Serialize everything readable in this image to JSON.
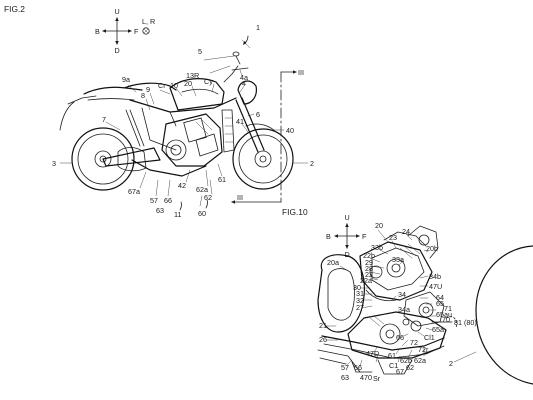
{
  "figures": {
    "fig2": {
      "title": "FIG.2"
    },
    "fig10": {
      "title": "FIG.10"
    }
  },
  "compass": {
    "fig2": {
      "up": "U",
      "down": "D",
      "back": "B",
      "front": "F",
      "lr": "L, R"
    },
    "fig10": {
      "up": "U",
      "down": "D",
      "back": "B",
      "front": "F"
    }
  },
  "fig2_labels": {
    "l1": "1",
    "l5": "5",
    "l13r": "13R",
    "l4a": "4a",
    "l9a": "9a",
    "cr": "Cr",
    "l10": "10",
    "l20": "20",
    "cy": "Cy",
    "l4": "4",
    "l9": "9",
    "l8": "8",
    "l6": "6",
    "l7": "7",
    "l41": "41",
    "l40": "40",
    "l3": "3",
    "l2": "2",
    "l67a": "67a",
    "l42": "42",
    "l62a": "62a",
    "l61": "61",
    "l62": "62",
    "l57": "57",
    "l66": "66",
    "l63": "63",
    "l11": "11",
    "l60": "60",
    "iii_top": "III",
    "iii_bottom": "III"
  },
  "fig10_labels": {
    "l20": "20",
    "l24": "24",
    "l23": "23",
    "l33b": "33b",
    "l20b": "20b",
    "l22b": "22b",
    "l33a": "33a",
    "l29": "29",
    "l28": "28",
    "l20a": "20a",
    "l22": "22",
    "l22a": "22a",
    "l34b": "34b",
    "l47u": "47U",
    "l34": "34",
    "l30": "30",
    "l31": "31",
    "l64": "64",
    "l32": "32",
    "l65": "65",
    "l27": "27",
    "l71": "71",
    "l65au": "65au",
    "l34a": "34a",
    "l70": "70",
    "l81": "81 (80)",
    "l21": "21",
    "l65a": "65a",
    "l26": "26",
    "l66": "66",
    "lcl1": "Cl1",
    "l72r": "72r",
    "l72": "72",
    "l2": "2",
    "l47d": "47D",
    "l61": "61",
    "l62b": "62b",
    "l62a": "62a",
    "l57": "57",
    "l56": "56",
    "l63": "63",
    "l470": "470",
    "lsr": "Sr",
    "lc1": "C1",
    "l62": "62",
    "l67": "67"
  }
}
